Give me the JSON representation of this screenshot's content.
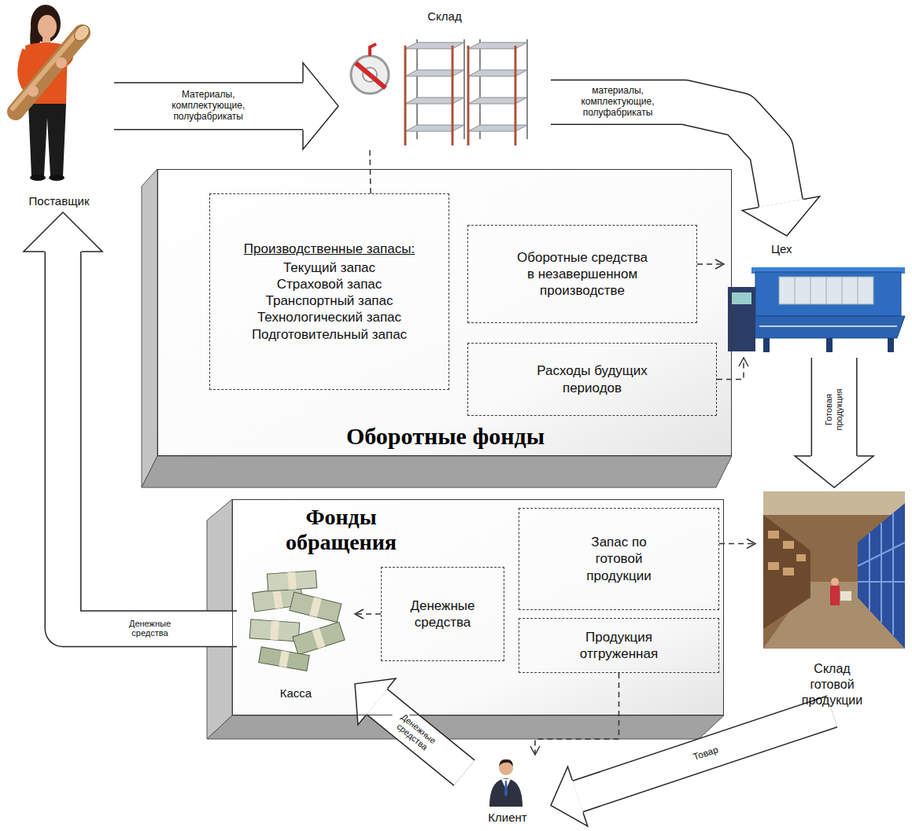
{
  "diagram": {
    "nodes": [
      {
        "text": [
          "Поставщик"
        ]
      },
      {
        "text": [
          "Склад"
        ]
      },
      {
        "text": [
          "Оборотные фонды"
        ]
      },
      {
        "text": [
          "Производственные запасы:",
          "Текущий запас",
          "Страховой запас",
          "Транспортный запас",
          "Технологический запас",
          "Подготовительный запас"
        ],
        "in": 2
      },
      {
        "text": [
          "Оборотные средства в незавершенном производстве"
        ],
        "in": 2
      },
      {
        "text": [
          "Расходы будущих периодов"
        ],
        "in": 2
      },
      {
        "text": [
          "Цех"
        ]
      },
      {
        "text": [
          "Фонды обращения"
        ]
      },
      {
        "text": [
          "Касса"
        ],
        "in": 7
      },
      {
        "text": [
          "Денежные средства"
        ],
        "in": 7
      },
      {
        "text": [
          "Запас по готовой продукции"
        ],
        "in": 7
      },
      {
        "text": [
          "Продукция отгруженная"
        ],
        "in": 7
      },
      {
        "text": [
          "Склад готовой продукции"
        ]
      },
      {
        "text": [
          "Клиент"
        ]
      }
    ],
    "edges": [
      {
        "from": 0,
        "to": 1,
        "label": "Материалы, комплектующие, полуфабрикаты",
        "arrow": "to"
      },
      {
        "from": 1,
        "to": 6,
        "label": "материалы, комплектующие, полуфабрикаты",
        "arrow": "to"
      },
      {
        "from": 3,
        "to": 1,
        "arrow": "none"
      },
      {
        "from": 4,
        "to": 6,
        "arrow": "to"
      },
      {
        "from": 5,
        "to": 6,
        "arrow": "to"
      },
      {
        "from": 6,
        "to": 12,
        "label": "Готовая продукция",
        "arrow": "to"
      },
      {
        "from": 10,
        "to": 12,
        "arrow": "to"
      },
      {
        "from": 11,
        "to": 13,
        "arrow": "to"
      },
      {
        "from": 9,
        "to": 8,
        "arrow": "to"
      },
      {
        "from": 12,
        "to": 13,
        "label": "Товар",
        "arrow": "to"
      },
      {
        "from": 13,
        "to": 8,
        "label": "Денежные средства",
        "arrow": "to"
      },
      {
        "from": 8,
        "to": 0,
        "label": "Денежные средства",
        "arrow": "to"
      }
    ]
  }
}
